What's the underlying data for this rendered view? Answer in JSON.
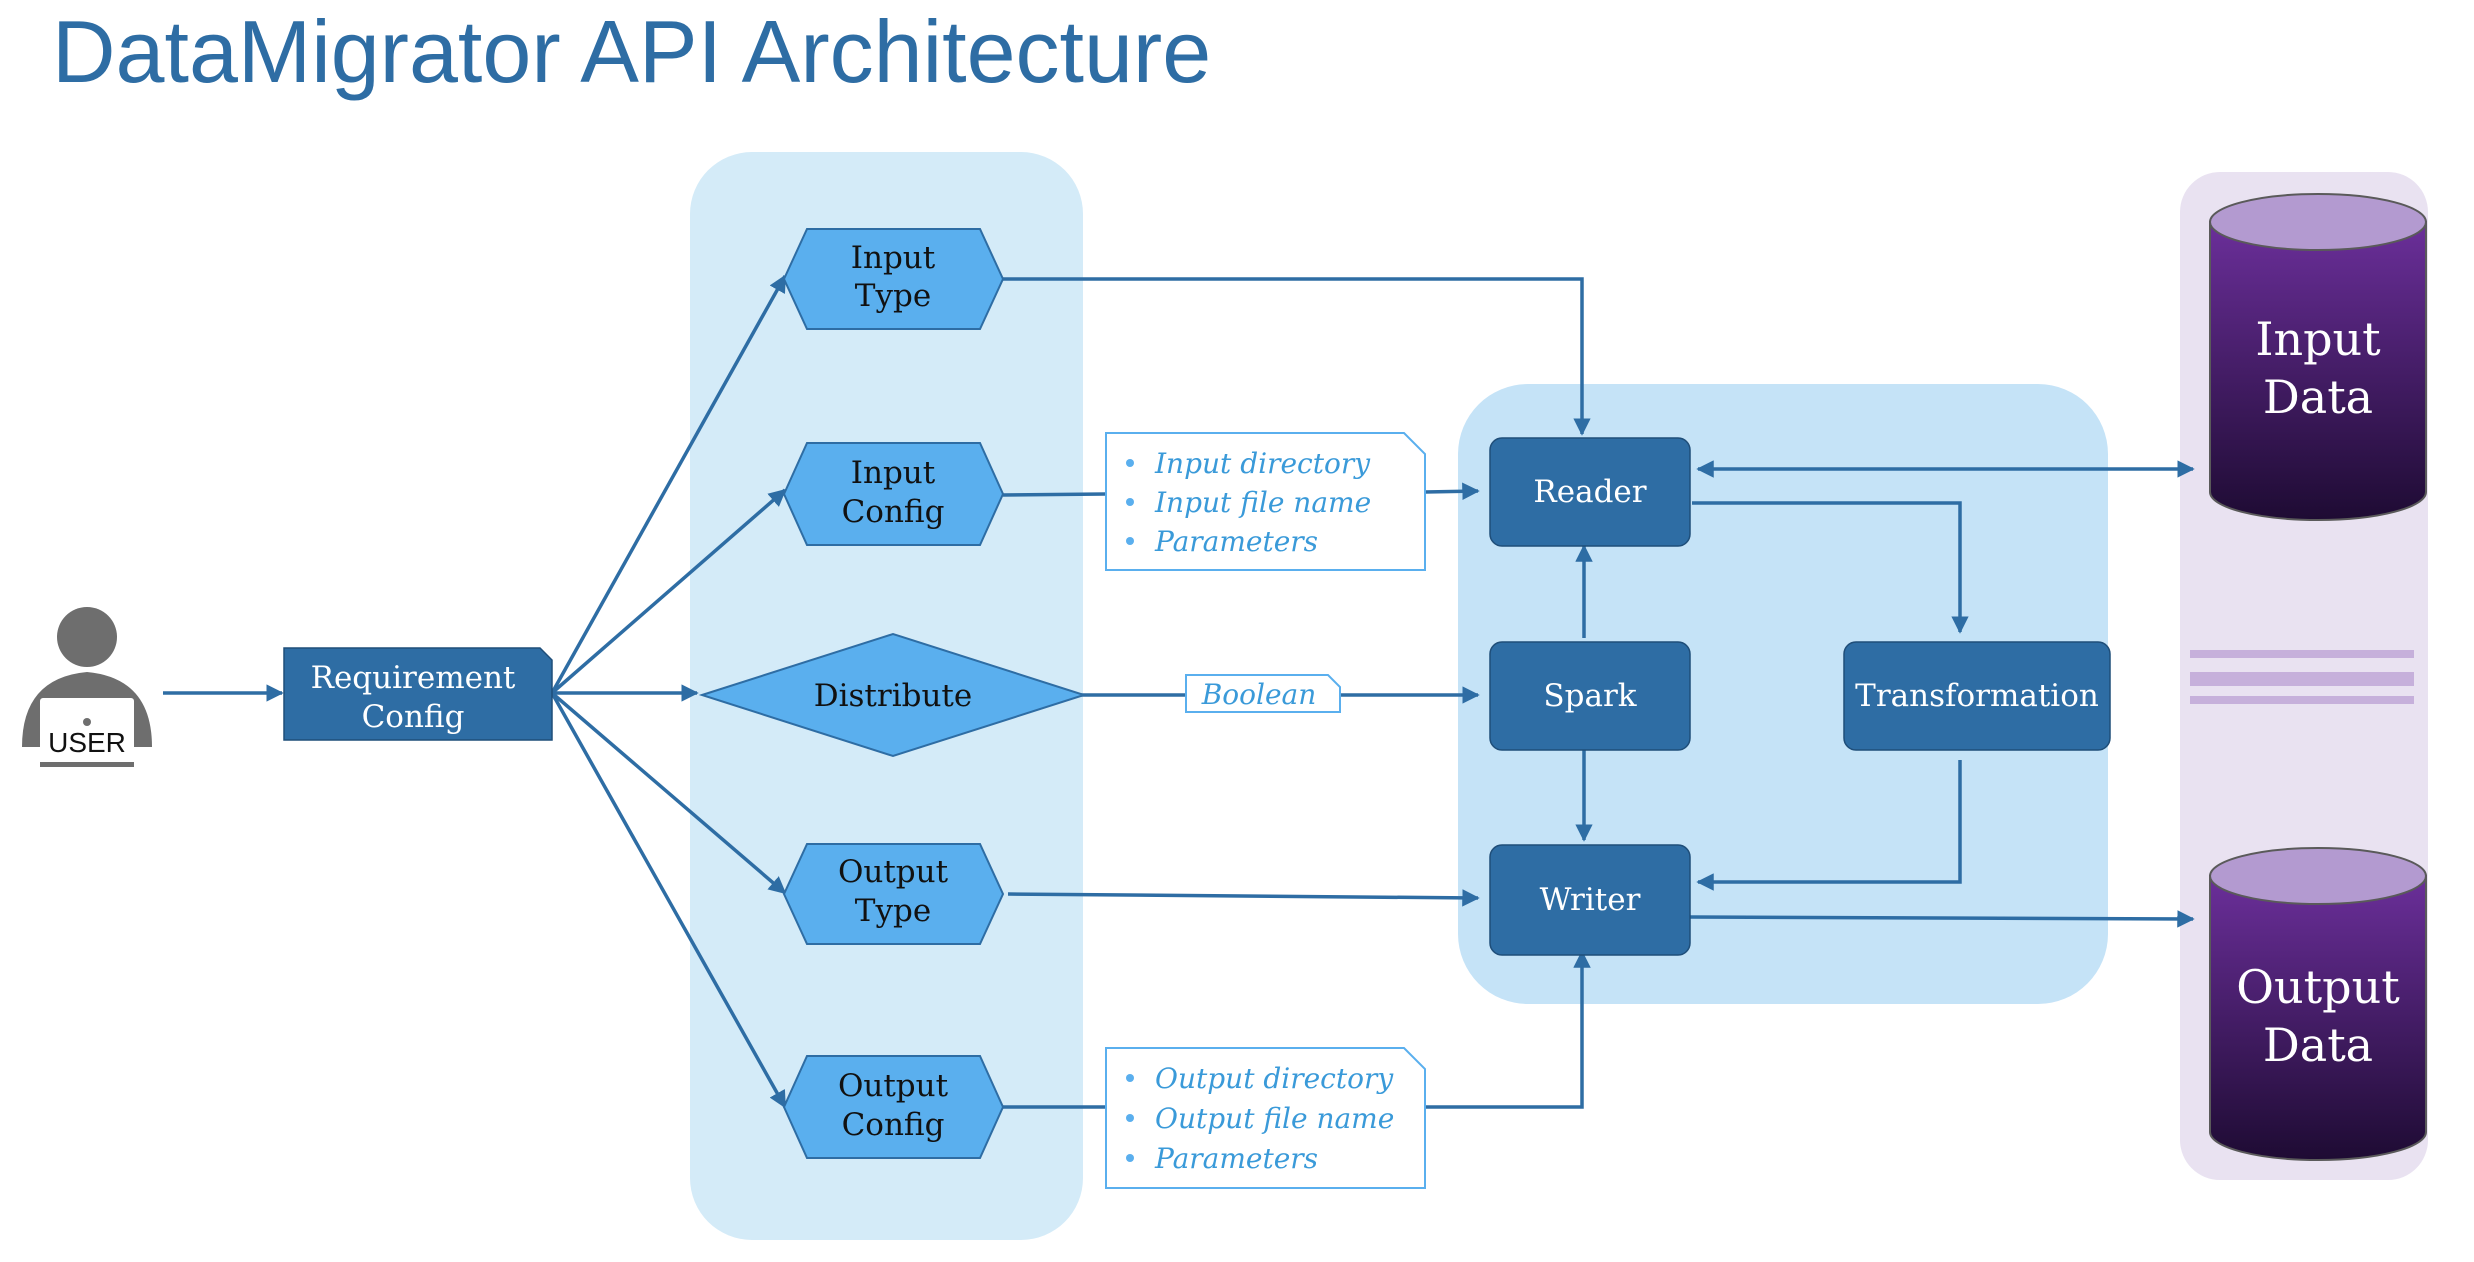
{
  "title": "DataMigrator API Architecture",
  "user_label": "USER",
  "requirement_config": [
    "Requirement",
    "Config"
  ],
  "config_nodes": {
    "input_type": [
      "Input",
      "Type"
    ],
    "input_config": [
      "Input",
      "Config"
    ],
    "distribute": "Distribute",
    "output_type": [
      "Output",
      "Type"
    ],
    "output_config": [
      "Output",
      "Config"
    ]
  },
  "notes": {
    "input_config": [
      "Input directory",
      "Input file name",
      "Parameters"
    ],
    "distribute": "Boolean",
    "output_config": [
      "Output directory",
      "Output file name",
      "Parameters"
    ]
  },
  "spark_nodes": {
    "reader": "Reader",
    "spark": "Spark",
    "writer": "Writer",
    "transformation": "Transformation"
  },
  "databases": {
    "input": [
      "Input",
      "Data"
    ],
    "output": [
      "Output",
      "Data"
    ]
  },
  "colors": {
    "title": "#2e6da4",
    "config_panel": "#d4ebf8",
    "spark_panel": "#c5e3f7",
    "db_panel": "#e9e2f1",
    "dark_node": "#2e6da4",
    "light_node": "#5aafee",
    "arrow": "#2e6da4",
    "db_top": "#b39ad0",
    "db_body": "#4a1c6e"
  }
}
